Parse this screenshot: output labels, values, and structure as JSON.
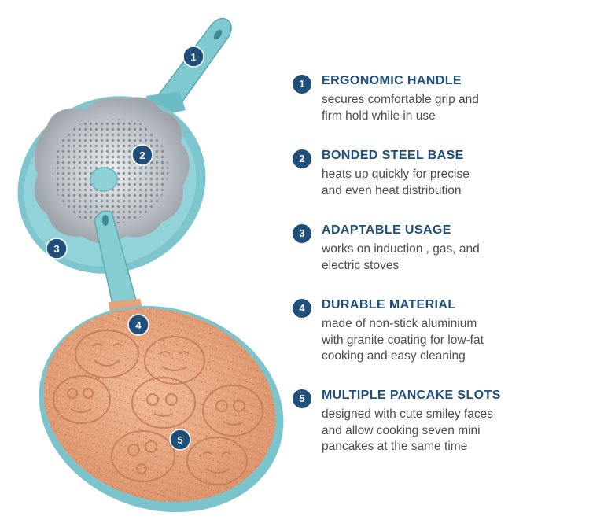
{
  "badges": [
    "1",
    "2",
    "3",
    "4",
    "5"
  ],
  "features": [
    {
      "number": "1",
      "title": "ERGONOMIC HANDLE",
      "lines": [
        "secures comfortable grip and",
        "firm hold while in use"
      ]
    },
    {
      "number": "2",
      "title": "BONDED STEEL BASE",
      "lines": [
        "heats up quickly for precise",
        "and even heat distribution"
      ]
    },
    {
      "number": "3",
      "title": "ADAPTABLE USAGE",
      "lines": [
        "works on induction , gas, and",
        "electric stoves"
      ]
    },
    {
      "number": "4",
      "title": "DURABLE MATERIAL",
      "lines": [
        "made of non-stick aluminium",
        "with granite coating for low-fat",
        "cooking and easy cleaning"
      ]
    },
    {
      "number": "5",
      "title": "MULTIPLE PANCAKE SLOTS",
      "lines": [
        "designed with cute smiley faces",
        "and allow cooking seven mini",
        "pancakes at the same time"
      ]
    }
  ],
  "colors": {
    "navy": "#1f4f7a",
    "teal": "#8fd0d6",
    "copper": "#e8a57f",
    "text": "#4d4d4d"
  }
}
